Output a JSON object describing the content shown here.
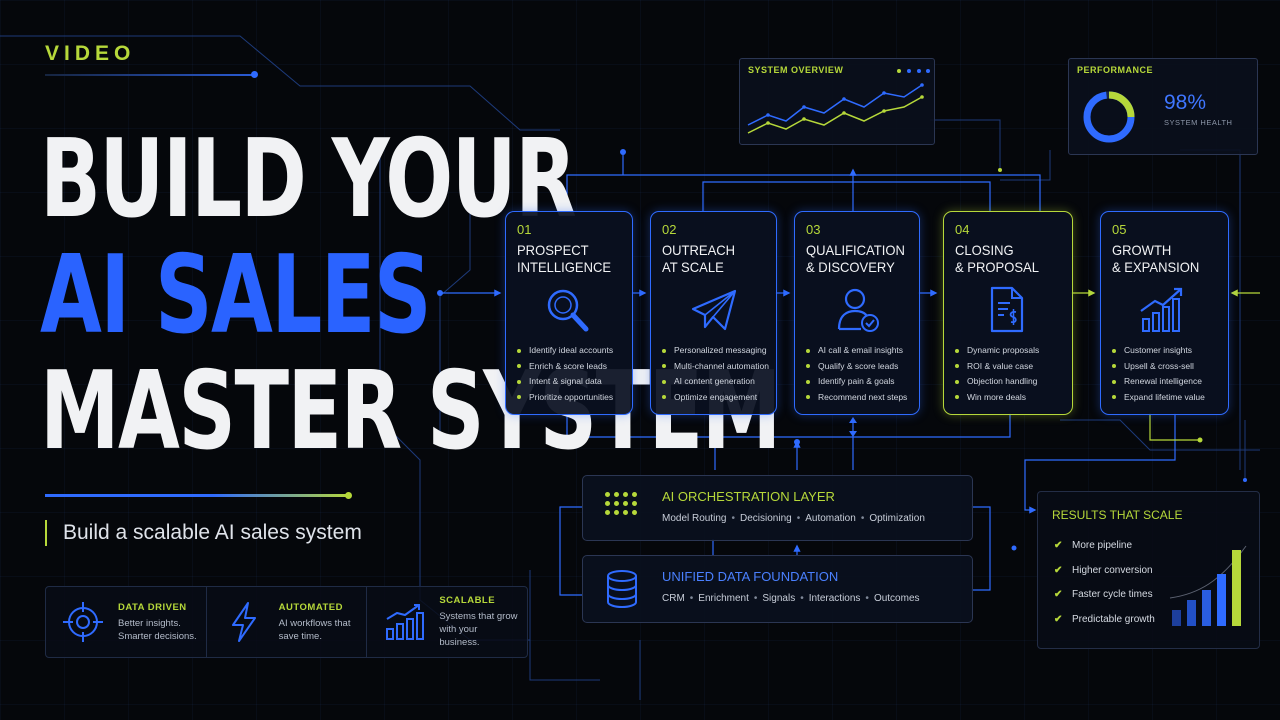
{
  "video_tag": "VIDEO",
  "title": {
    "line1": "BUILD YOUR",
    "line2": "AI SALES",
    "line3": "MASTER SYSTEM"
  },
  "subtitle": "Build a scalable AI sales system",
  "features": [
    {
      "icon": "target-icon",
      "heading": "DATA DRIVEN",
      "desc": "Better insights.\nSmarter decisions."
    },
    {
      "icon": "lightning-icon",
      "heading": "AUTOMATED",
      "desc": "AI workflows that\nsave time."
    },
    {
      "icon": "growth-chart-icon",
      "heading": "SCALABLE",
      "desc": "Systems that grow\nwith your business."
    }
  ],
  "system_overview": {
    "title": "SYSTEM OVERVIEW"
  },
  "performance": {
    "title": "PERFORMANCE",
    "value": "98%",
    "label": "SYSTEM HEALTH",
    "fraction": 0.98
  },
  "stages": [
    {
      "num": "01",
      "title_line1": "PROSPECT",
      "title_line2": "INTELLIGENCE",
      "icon": "magnifier-icon",
      "accent": "blue",
      "items": [
        "Identify ideal accounts",
        "Enrich & score leads",
        "Intent & signal data",
        "Prioritize opportunities"
      ]
    },
    {
      "num": "02",
      "title_line1": "OUTREACH",
      "title_line2": "AT SCALE",
      "icon": "paper-plane-icon",
      "accent": "blue",
      "items": [
        "Personalized messaging",
        "Multi-channel automation",
        "AI content generation",
        "Optimize engagement"
      ]
    },
    {
      "num": "03",
      "title_line1": "QUALIFICATION",
      "title_line2": "& DISCOVERY",
      "icon": "user-check-icon",
      "accent": "blue",
      "items": [
        "AI call & email insights",
        "Qualify & score leads",
        "Identify pain & goals",
        "Recommend next steps"
      ]
    },
    {
      "num": "04",
      "title_line1": "CLOSING",
      "title_line2": "& PROPOSAL",
      "icon": "document-dollar-icon",
      "accent": "green",
      "items": [
        "Dynamic proposals",
        "ROI & value case",
        "Objection handling",
        "Win more deals"
      ]
    },
    {
      "num": "05",
      "title_line1": "GROWTH",
      "title_line2": "& EXPANSION",
      "icon": "bar-chart-arrow-icon",
      "accent": "blue",
      "items": [
        "Customer insights",
        "Upsell & cross-sell",
        "Renewal intelligence",
        "Expand lifetime value"
      ]
    }
  ],
  "orchestration": {
    "title": "AI ORCHESTRATION LAYER",
    "items": [
      "Model Routing",
      "Decisioning",
      "Automation",
      "Optimization"
    ]
  },
  "data_foundation": {
    "title": "UNIFIED DATA FOUNDATION",
    "items": [
      "CRM",
      "Enrichment",
      "Signals",
      "Interactions",
      "Outcomes"
    ]
  },
  "results": {
    "title": "RESULTS THAT SCALE",
    "items": [
      "More pipeline",
      "Higher conversion",
      "Faster cycle times",
      "Predictable growth"
    ]
  },
  "colors": {
    "blue": "#2f6bff",
    "green": "#b6d83a",
    "background": "#05070b",
    "text": "#f1f2f4"
  }
}
